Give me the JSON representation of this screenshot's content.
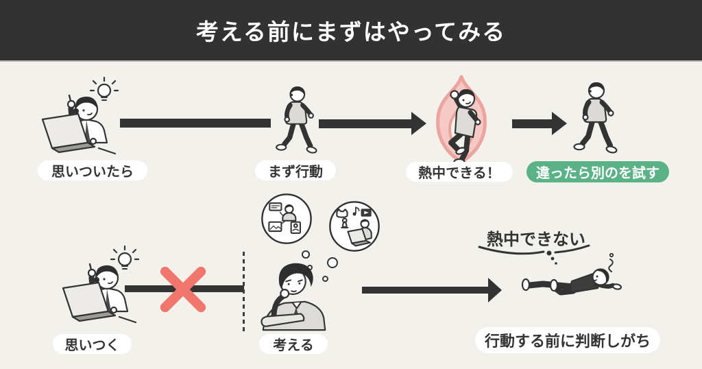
{
  "header": {
    "title": "考える前にまずはやってみる"
  },
  "colors": {
    "background": "#f3f1ec",
    "header_bg": "#323232",
    "ink": "#333333",
    "accent_red": "#f0766e",
    "accent_green": "#5cb287",
    "flame_pink": "#eda39e",
    "pill_bg": "#ffffff"
  },
  "top_flow": {
    "steps": [
      {
        "label": "思いついたら",
        "illustration": "idea-person"
      },
      {
        "label": "まず行動",
        "illustration": "walking-person"
      },
      {
        "label": "熱中できる！",
        "illustration": "excited-person-in-flame"
      },
      {
        "label": "違ったら別のを試す",
        "illustration": "walking-person",
        "highlight": true
      }
    ]
  },
  "bottom_flow": {
    "steps": [
      {
        "label": "思いつく",
        "illustration": "idea-person"
      },
      {
        "label": "考える",
        "illustration": "thinking-person-with-thought-bubbles"
      },
      {
        "label": "行動する前に判断しがち",
        "illustration": "lying-person"
      }
    ],
    "annotation": "熱中できない"
  }
}
